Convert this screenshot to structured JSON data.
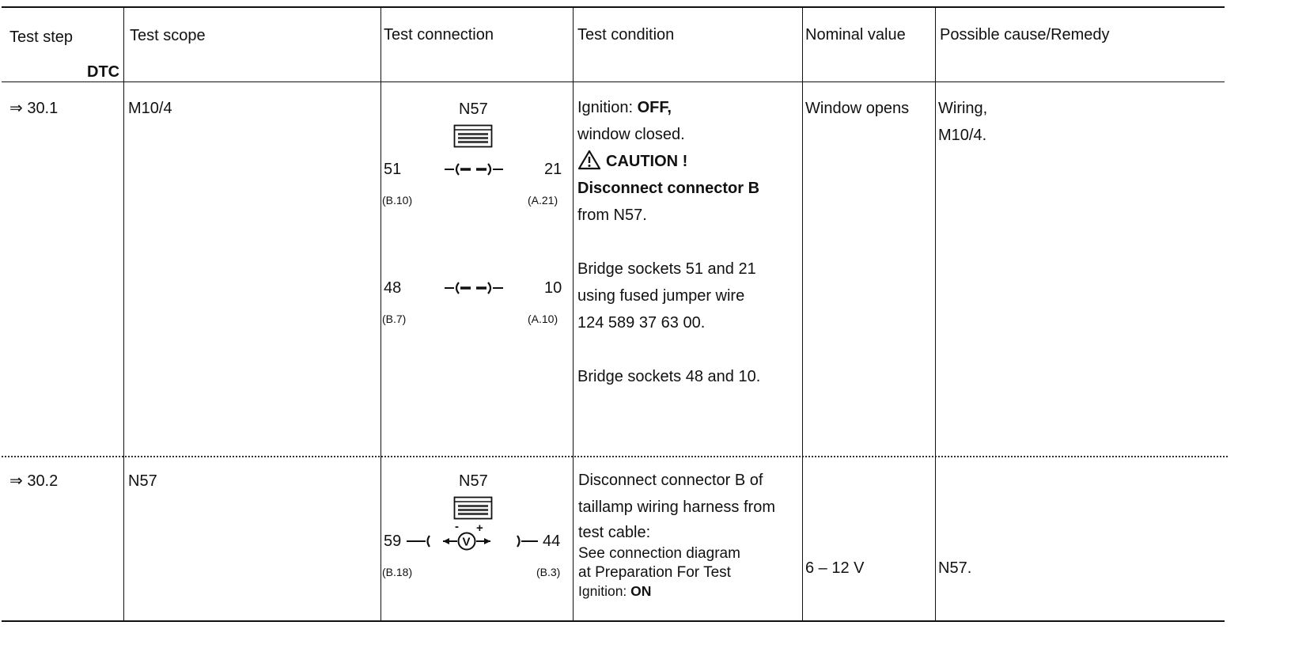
{
  "headers": {
    "test_step": "Test step",
    "dtc": "DTC",
    "test_scope": "Test scope",
    "test_connection": "Test connection",
    "test_condition": "Test condition",
    "nominal_value": "Nominal value",
    "possible_cause": "Possible cause/Remedy"
  },
  "rows": [
    {
      "step": "⇒ 30.1",
      "scope": "M10/4",
      "connector": "N57",
      "pin1_left": "51",
      "pin1_left_sub": "(B.10)",
      "pin1_right": "21",
      "pin1_right_sub": "(A.21)",
      "pin2_left": "48",
      "pin2_left_sub": "(B.7)",
      "pin2_right": "10",
      "pin2_right_sub": "(A.10)",
      "condition": {
        "l1_a": "Ignition: ",
        "l1_b": "OFF,",
        "l2": "window closed.",
        "caution": "CAUTION !",
        "l4": "Disconnect connector B",
        "l5": "from N57.",
        "l7": "Bridge sockets 51 and 21",
        "l8": "using fused jumper wire",
        "l9": "124 589 37 63 00.",
        "l11": "Bridge sockets 48 and 10."
      },
      "nominal": "Window opens",
      "cause_l1": "Wiring,",
      "cause_l2": "M10/4."
    },
    {
      "step": "⇒ 30.2",
      "scope": "N57",
      "connector": "N57",
      "pin_left": "59",
      "pin_left_sub": "(B.18)",
      "pin_right": "44",
      "pin_right_sub": "(B.3)",
      "condition": {
        "l1": "Disconnect connector B of",
        "l2": "taillamp wiring harness from",
        "l3": "test cable:",
        "l4": "See connection diagram",
        "l5": "at Preparation For Test",
        "l6_a": "Ignition: ",
        "l6_b": "ON"
      },
      "nominal": "6 – 12 V",
      "cause": "N57."
    }
  ]
}
